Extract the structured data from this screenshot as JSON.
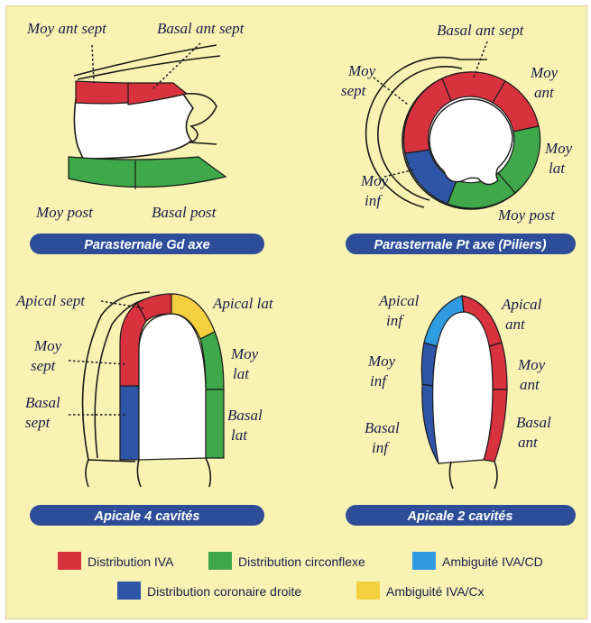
{
  "colors": {
    "iva": "#d8323f",
    "circonflexe": "#3ea84a",
    "ambiguite_iva_cd": "#2f9be0",
    "coronaire_droite": "#2d56a8",
    "ambiguite_iva_cx": "#f4cf3f",
    "banner": "#2e4d98",
    "background": "#f8f3b3"
  },
  "panels": {
    "parasternal_gd_axe": {
      "banner": "Parasternale Gd axe",
      "labels": {
        "moy_ant_sept": "Moy ant sept",
        "basal_ant_sept": "Basal ant sept",
        "moy_post": "Moy post",
        "basal_post": "Basal post"
      }
    },
    "parasternal_pt_axe": {
      "banner": "Parasternale Pt axe (Piliers)",
      "labels": {
        "basal_ant_sept": "Basal ant sept",
        "moy_sept_1": "Moy",
        "moy_sept_2": "sept",
        "moy_ant_1": "Moy",
        "moy_ant_2": "ant",
        "moy_lat_1": "Moy",
        "moy_lat_2": "lat",
        "moy_inf_1": "Moy",
        "moy_inf_2": "inf",
        "moy_post": "Moy post"
      }
    },
    "apicale_4_cavites": {
      "banner": "Apicale 4 cavités",
      "labels": {
        "apical_sept": "Apical sept",
        "apical_lat": "Apical lat",
        "moy_sept_1": "Moy",
        "moy_sept_2": "sept",
        "moy_lat_1": "Moy",
        "moy_lat_2": "lat",
        "basal_sept_1": "Basal",
        "basal_sept_2": "sept",
        "basal_lat_1": "Basal",
        "basal_lat_2": "lat"
      }
    },
    "apicale_2_cavites": {
      "banner": "Apicale 2 cavités",
      "labels": {
        "apical_inf_1": "Apical",
        "apical_inf_2": "inf",
        "apical_ant_1": "Apical",
        "apical_ant_2": "ant",
        "moy_inf_1": "Moy",
        "moy_inf_2": "inf",
        "moy_ant_1": "Moy",
        "moy_ant_2": "ant",
        "basal_inf_1": "Basal",
        "basal_inf_2": "inf",
        "basal_ant_1": "Basal",
        "basal_ant_2": "ant"
      }
    }
  },
  "legend": [
    {
      "label": "Distribution IVA",
      "color": "#d8323f"
    },
    {
      "label": "Distribution circonflexe",
      "color": "#3ea84a"
    },
    {
      "label": "Ambiguité IVA/CD",
      "color": "#2f9be0"
    },
    {
      "label": "Distribution coronaire droite",
      "color": "#2d56a8"
    },
    {
      "label": "Ambiguité IVA/Cx",
      "color": "#f4cf3f"
    }
  ]
}
